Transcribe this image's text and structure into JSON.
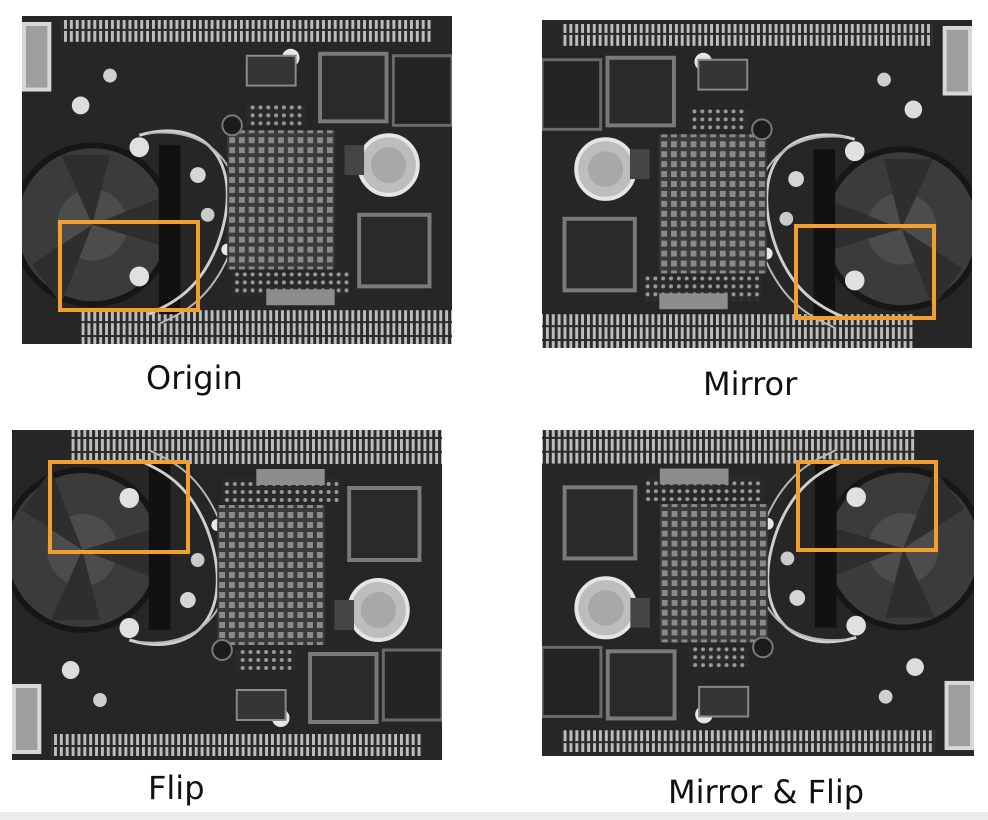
{
  "captions": {
    "origin": "Origin",
    "mirror": "Mirror",
    "flip": "Flip",
    "mirror_flip": "Mirror & Flip"
  },
  "panels": [
    {
      "id": "origin",
      "transform": "none"
    },
    {
      "id": "mirror",
      "transform": "horizontal mirror"
    },
    {
      "id": "flip",
      "transform": "vertical flip"
    },
    {
      "id": "mirror_flip",
      "transform": "horizontal mirror and vertical flip"
    }
  ],
  "highlight_color": "#f29f2f",
  "image_style": "grayscale photo of circuit board with cooling fan, chips, coin battery and wires"
}
